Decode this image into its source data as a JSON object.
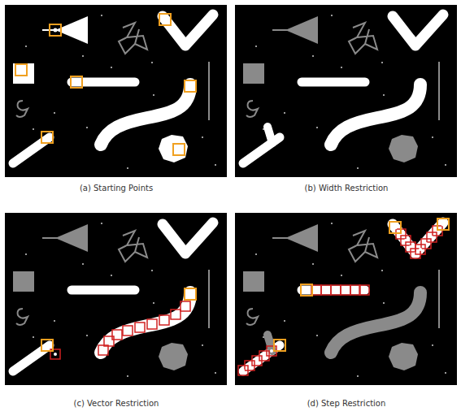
{
  "diagram": {
    "labels": [
      "(a) Starting Points",
      "(b) Width Restriction",
      "(c) Vector Restriction",
      "(d) Step Restriction"
    ]
  }
}
